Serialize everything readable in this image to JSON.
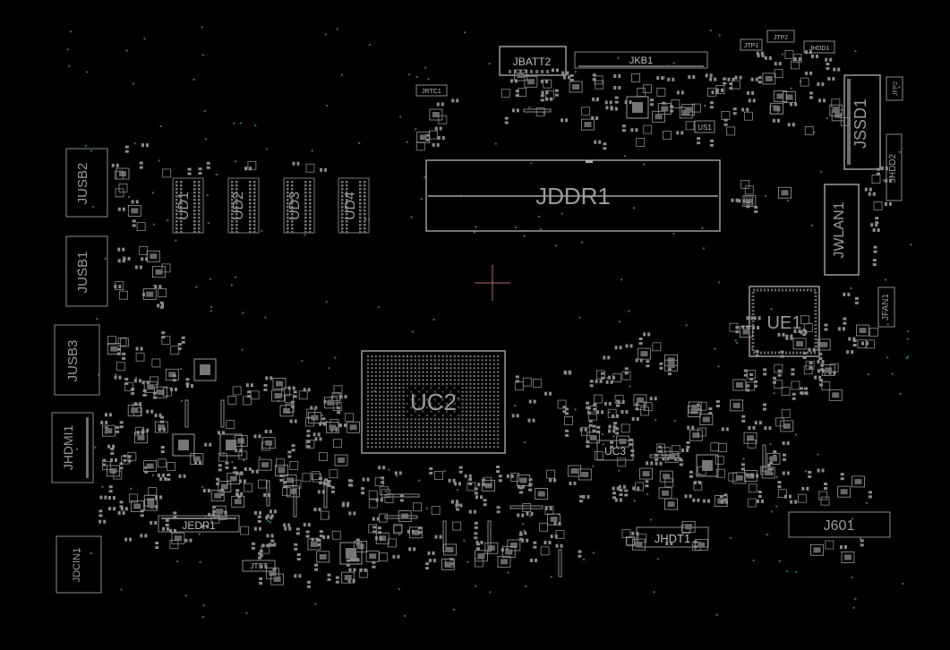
{
  "board": {
    "background": "#000000",
    "silkscreen_color": "#9a9a9a",
    "via_color": "#2d6b7a",
    "cursor_color": "#b06a6a"
  },
  "components": {
    "JBATT2": "JBATT2",
    "JKB1": "JKB1",
    "JTP1": "JTP1",
    "JTP2": "JTP2",
    "JHDD1": "JHDD1",
    "JFP2": "JFP2",
    "JRTC1": "JRTC1",
    "JSSD1": "JSSD1",
    "JHDD2": "JHDD2",
    "JUSB2": "JUSB2",
    "JUSB1": "JUSB1",
    "JUSB3": "JUSB3",
    "JHDMI1": "JHDMI1",
    "JDCIN1": "JDCIN1",
    "UD1": "UD1",
    "UD2": "UD2",
    "UD3": "UD3",
    "UD4": "UD4",
    "JDDR1": "JDDR1",
    "JWLAN1": "JWLAN1",
    "JFAN1": "JFAN1",
    "UE1": "UE1",
    "UC2": "UC2",
    "UC3": "UC3",
    "US1": "US1",
    "JEDP1": "JEDP1",
    "JHDT1": "JHDT1",
    "J601": "J601",
    "JTST": "JTST"
  }
}
